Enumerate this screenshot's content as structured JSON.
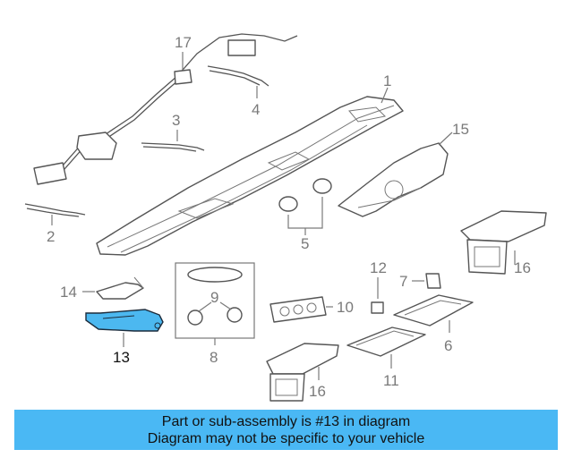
{
  "diagram": {
    "callouts": {
      "c1": "1",
      "c2": "2",
      "c3": "3",
      "c4": "4",
      "c5": "5",
      "c6": "6",
      "c7": "7",
      "c8": "8",
      "c9": "9",
      "c10": "10",
      "c11": "11",
      "c12": "12",
      "c13": "13",
      "c14": "14",
      "c15": "15",
      "c16a": "16",
      "c16b": "16",
      "c17": "17"
    },
    "highlighted_part": "13",
    "highlight_color": "#4cb8f0"
  },
  "banner": {
    "line1": "Part or sub-assembly is #13 in diagram",
    "line2": "Diagram may not be specific to your vehicle",
    "background": "#4ab8f4"
  }
}
